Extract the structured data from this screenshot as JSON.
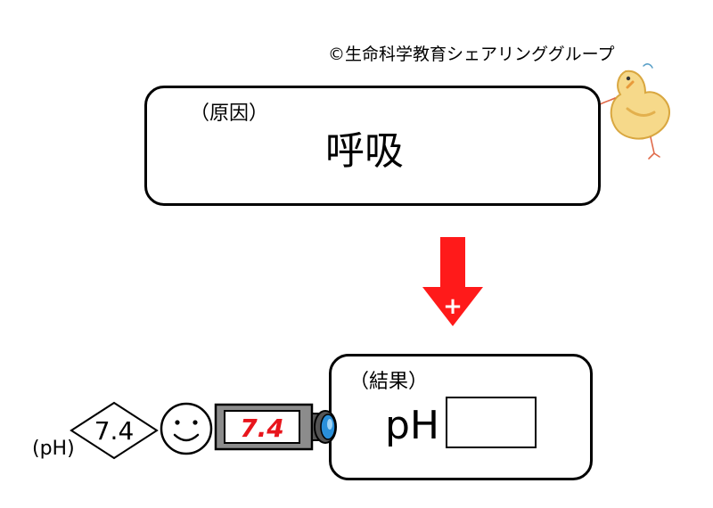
{
  "copyright": "©生命科学教育シェアリンググループ",
  "cause": {
    "label": "（原因）",
    "text": "呼吸"
  },
  "effect_sign": "+",
  "result": {
    "label": "（結果）",
    "text": "pH"
  },
  "normal_ph": {
    "value": "7.4",
    "unit_label": "(pH)",
    "meter_reading": "7.4"
  },
  "colors": {
    "arrow": "#ff1a1a",
    "meter_display": "#e8151c",
    "lens": "#2a8fd9"
  },
  "icons": [
    "smiley-face-icon",
    "ph-meter-icon",
    "chick-icon"
  ]
}
